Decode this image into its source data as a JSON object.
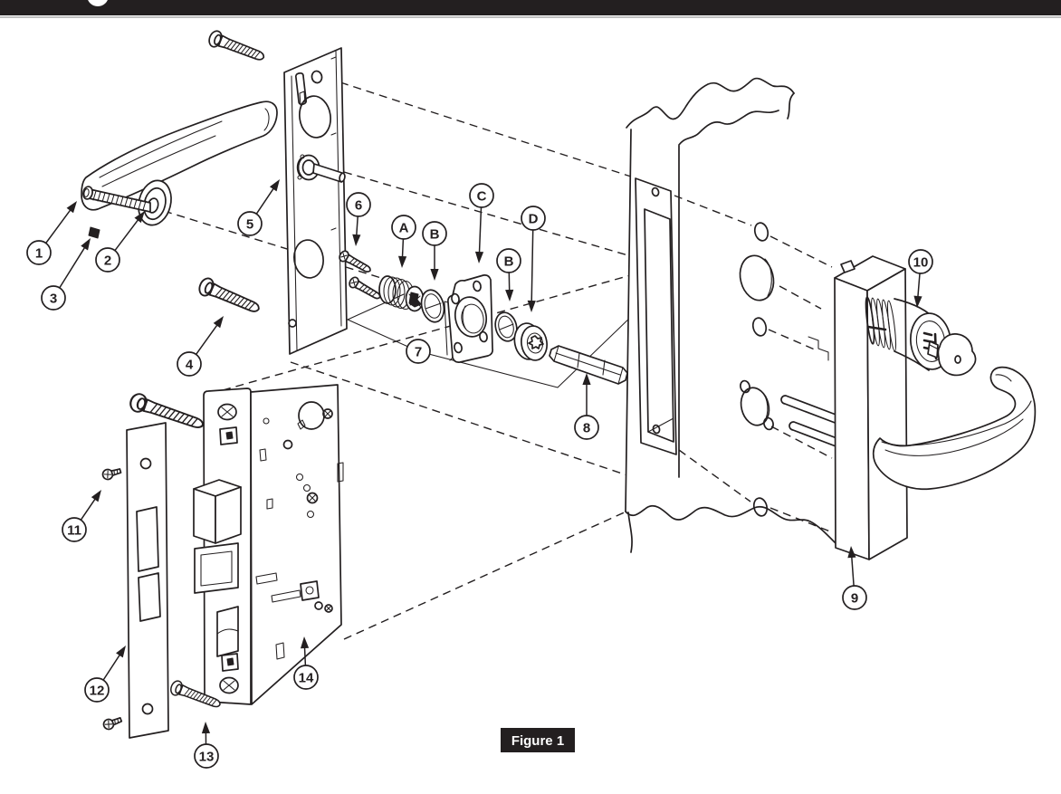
{
  "figure": {
    "caption": "Figure 1"
  },
  "header": {
    "logo_icon": "partial-circle-logo"
  },
  "colors": {
    "ink": "#231f20",
    "background": "#ffffff",
    "header_bar": "#231f20",
    "caption_bg": "#231f20",
    "caption_text": "#ffffff"
  },
  "callouts": [
    {
      "label": "1"
    },
    {
      "label": "2"
    },
    {
      "label": "3"
    },
    {
      "label": "4"
    },
    {
      "label": "5"
    },
    {
      "label": "6"
    },
    {
      "label": "7"
    },
    {
      "label": "8"
    },
    {
      "label": "9"
    },
    {
      "label": "10"
    },
    {
      "label": "11"
    },
    {
      "label": "12"
    },
    {
      "label": "13"
    },
    {
      "label": "14"
    },
    {
      "label": "A"
    },
    {
      "label": "B"
    },
    {
      "label": "C"
    },
    {
      "label": "B"
    },
    {
      "label": "D"
    }
  ]
}
